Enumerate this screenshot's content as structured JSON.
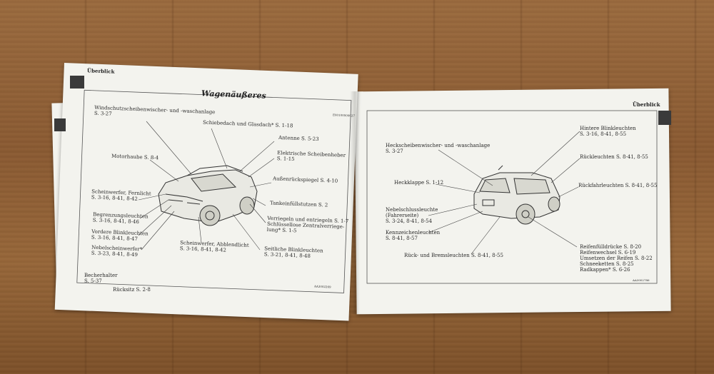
{
  "left_page": {
    "header": "Überblick",
    "title": "Wagenäußeres",
    "code": "E00100500027",
    "figure_code": "AA3002269",
    "callouts": [
      "Windschutzscheibenwischer- und -waschanlage\nS. 3-27",
      "Schiebedach und Glasdach* S. 1-18",
      "Antenne S. 5-23",
      "Elektrische Scheibenheber\nS. 1-15",
      "Motorhaube S. 8-4",
      "Außenrückspiegel S. 4-10",
      "Scheinwerfer, Fernlicht\nS. 3-16, 8-41, 8-42",
      "Tankeinfüllstutzen S. 2",
      "Begrenzungsleuchten\nS. 3-16, 8-41, 8-46",
      "Verriegeln und entriegeln S. 1-7\nSchlüssellose Zentralverriege-\nlung* S. 1-5",
      "Vordere Blinkleuchten\nS. 3-16, 8-41, 8-47",
      "Nebelscheinwerfer*\nS. 3-23, 8-41, 8-49",
      "Scheinwerfer, Abblendlicht\nS. 3-16, 8-41, 8-42",
      "Seitliche Blinkleuchten\nS. 3-21, 8-41, 8-48"
    ]
  },
  "under_page": {
    "callouts": [
      "Becherhalter\nS. 5-37",
      "Rücksitz S. 2-8"
    ]
  },
  "right_page": {
    "header": "Überblick",
    "figure_code": "AA3002786",
    "callouts": [
      "Heckscheibenwischer- und -waschanlage\nS. 3-27",
      "Hintere Blinkleuchten\nS. 3-16, 8-41, 8-55",
      "Rückleuchten S. 8-41, 8-55",
      "Heckklappe S. 1-12",
      "Rückfahrleuchten S. 8-41, 8-55",
      "Nebelschlussleuchte\n(Fahrerseite)\nS. 3-24, 8-41, 8-54",
      "Kennzeichenleuchten\nS. 8-41, 8-57",
      "Rück- und Bremsleuchten S. 8-41, 8-55",
      "Reifenfülldrücke S. 8-20\nReifenwechsel S. 6-19\nUmsetzen der Reifen S. 8-22\nSchneeketten S. 8-25\nRadkappen* S. 6-26"
    ]
  }
}
